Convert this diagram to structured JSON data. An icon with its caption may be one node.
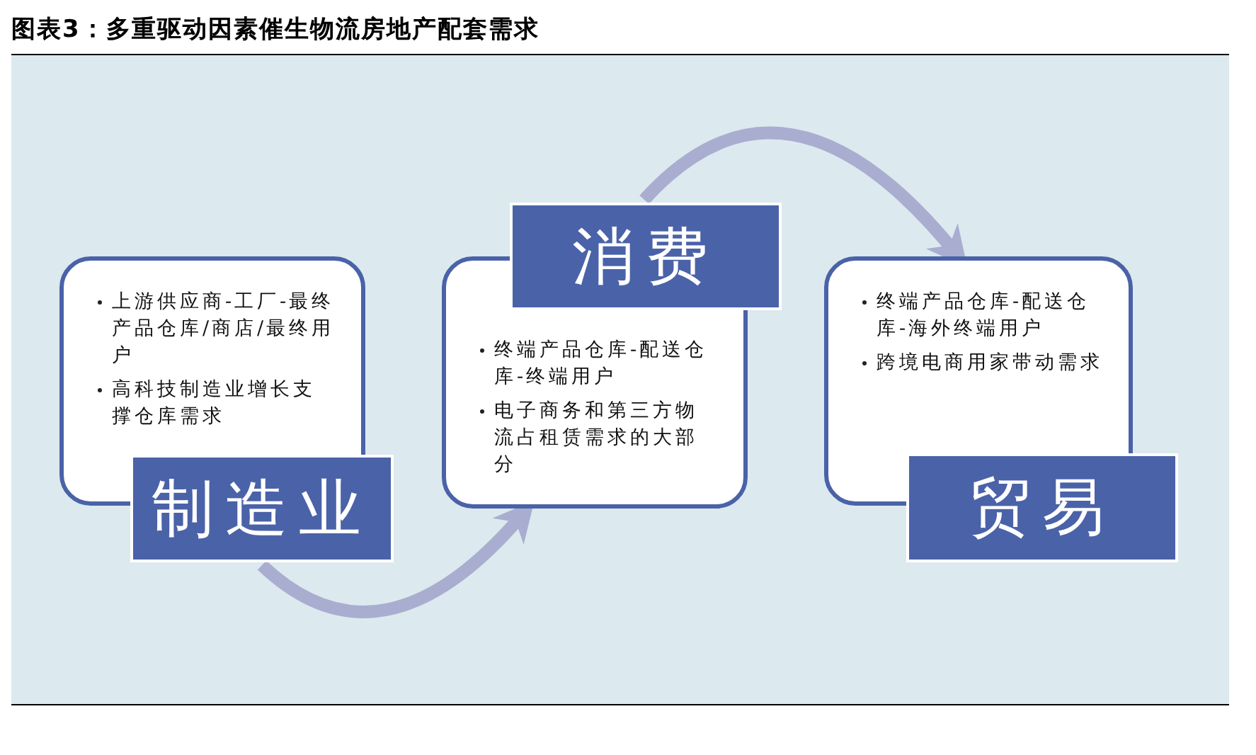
{
  "diagram": {
    "title": "图表3：多重驱动因素催生物流房地产配套需求",
    "nodes": [
      {
        "text": [
          "上游供应商-工厂-最终产品仓库/商店/最终用户",
          "高科技制造业增长支撑仓库需求"
        ]
      },
      {
        "text": [
          "制造业"
        ]
      },
      {
        "text": [
          "终端产品仓库-配送仓库-终端用户",
          "电子商务和第三方物流占租赁需求的大部分"
        ]
      },
      {
        "text": [
          "消费"
        ]
      },
      {
        "text": [
          "终端产品仓库-配送仓库-海外终端用户",
          "跨境电商用家带动需求"
        ]
      },
      {
        "text": [
          "贸易"
        ]
      }
    ],
    "edges": [
      {
        "from": 1,
        "to": 2,
        "arrow": "to"
      },
      {
        "from": 3,
        "to": 4,
        "arrow": "to"
      }
    ]
  }
}
